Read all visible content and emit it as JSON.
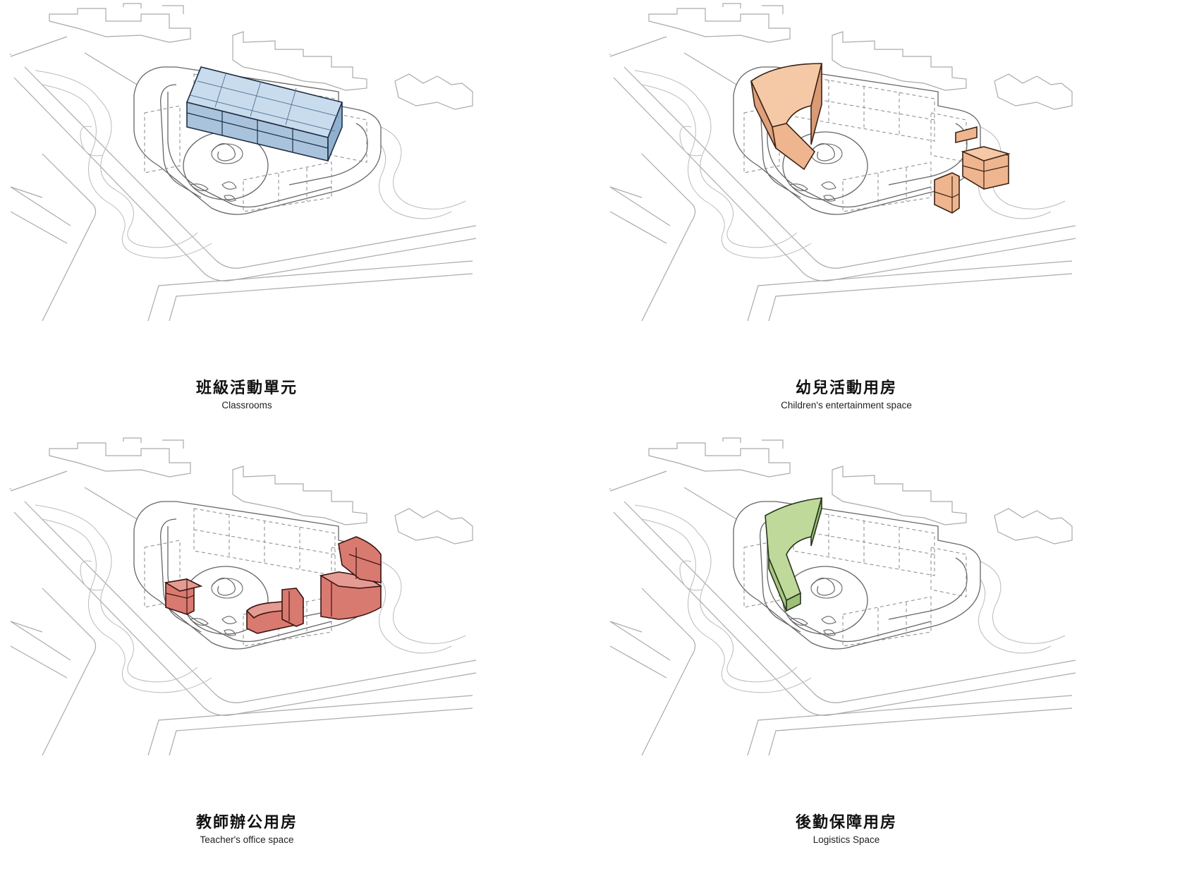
{
  "panels": [
    {
      "title_cn": "班級活動單元",
      "title_en": "Classrooms",
      "highlight_color": "#a9c3dd"
    },
    {
      "title_cn": "幼兒活動用房",
      "title_en": "Children's entertainment space",
      "highlight_color": "#efb58f"
    },
    {
      "title_cn": "教師辦公用房",
      "title_en": "Teacher's office space",
      "highlight_color": "#d97a70"
    },
    {
      "title_cn": "後勤保障用房",
      "title_en": "Logistics Space",
      "highlight_color": "#bfd99a"
    }
  ]
}
